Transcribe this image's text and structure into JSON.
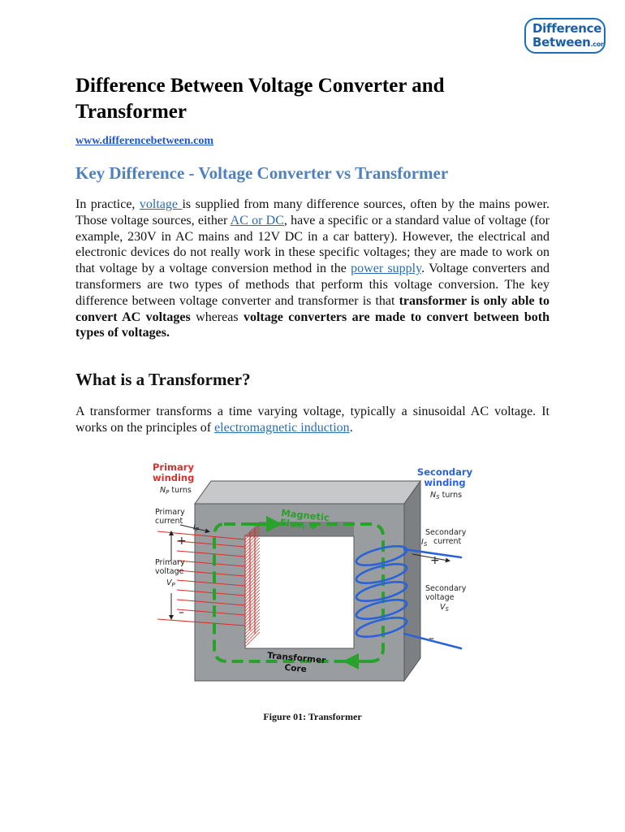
{
  "logo": {
    "line1": "Difference",
    "line2": "Between",
    "suffix": ".com"
  },
  "title": "Difference Between Voltage Converter and Transformer",
  "site_link": "www.differencebetween.com",
  "key_heading": "Key Difference - Voltage Converter vs Transformer",
  "p1": {
    "t1": "In practice, ",
    "l1": "voltage ",
    "t2": "is supplied from many difference sources, often by the mains power. Those voltage sources, either ",
    "l2": "AC or DC",
    "t3": ", have a specific or a standard value of voltage (for example, 230V in AC mains and 12V DC in a car battery). However, the electrical and electronic devices do not really work in these specific voltages; they are made to work on that voltage by a voltage conversion method in the ",
    "l3": "power supply",
    "t4": ". Voltage converters and transformers are two types of methods that perform this voltage conversion. The key difference between voltage converter and transformer is that ",
    "b1": "transformer is only able to convert AC voltages",
    "t5": " whereas ",
    "b2": "voltage converters are made to convert between both types of voltages."
  },
  "transformer_heading": "What is a Transformer?",
  "p2": {
    "t1": "A transformer transforms a time varying voltage, typically a sinusoidal AC voltage. It works on the principles of ",
    "l1": "electromagnetic induction",
    "t2": "."
  },
  "figure": {
    "primary_winding_1": "Primary",
    "primary_winding_2": "winding",
    "np_sym": "N",
    "np_sub": "P",
    "np_turns": "turns",
    "secondary_winding_1": "Secondary",
    "secondary_winding_2": "winding",
    "ns_sym": "N",
    "ns_sub": "S",
    "ns_turns": "turns",
    "primary_current_1": "Primary",
    "primary_current_2": "current",
    "ip_sym": "I",
    "ip_sub": "P",
    "primary_voltage_1": "Primary",
    "primary_voltage_2": "voltage",
    "vp_sym": "V",
    "vp_sub": "P",
    "secondary_current_1": "Secondary",
    "secondary_current_2": "current",
    "is_sym": "I",
    "is_sub": "S",
    "secondary_voltage_1": "Secondary",
    "secondary_voltage_2": "voltage",
    "vs_sym": "V",
    "vs_sub": "S",
    "flux_1": "Magnetic",
    "flux_2": "Flux, Φ",
    "core_1": "Transformer",
    "core_2": "Core",
    "plus": "+",
    "minus": "–",
    "colors": {
      "primary": "#d9312b",
      "secondary": "#2a62d8",
      "flux": "#2aa12a",
      "core": "#9a9da0"
    }
  },
  "caption": "Figure 01: Transformer"
}
